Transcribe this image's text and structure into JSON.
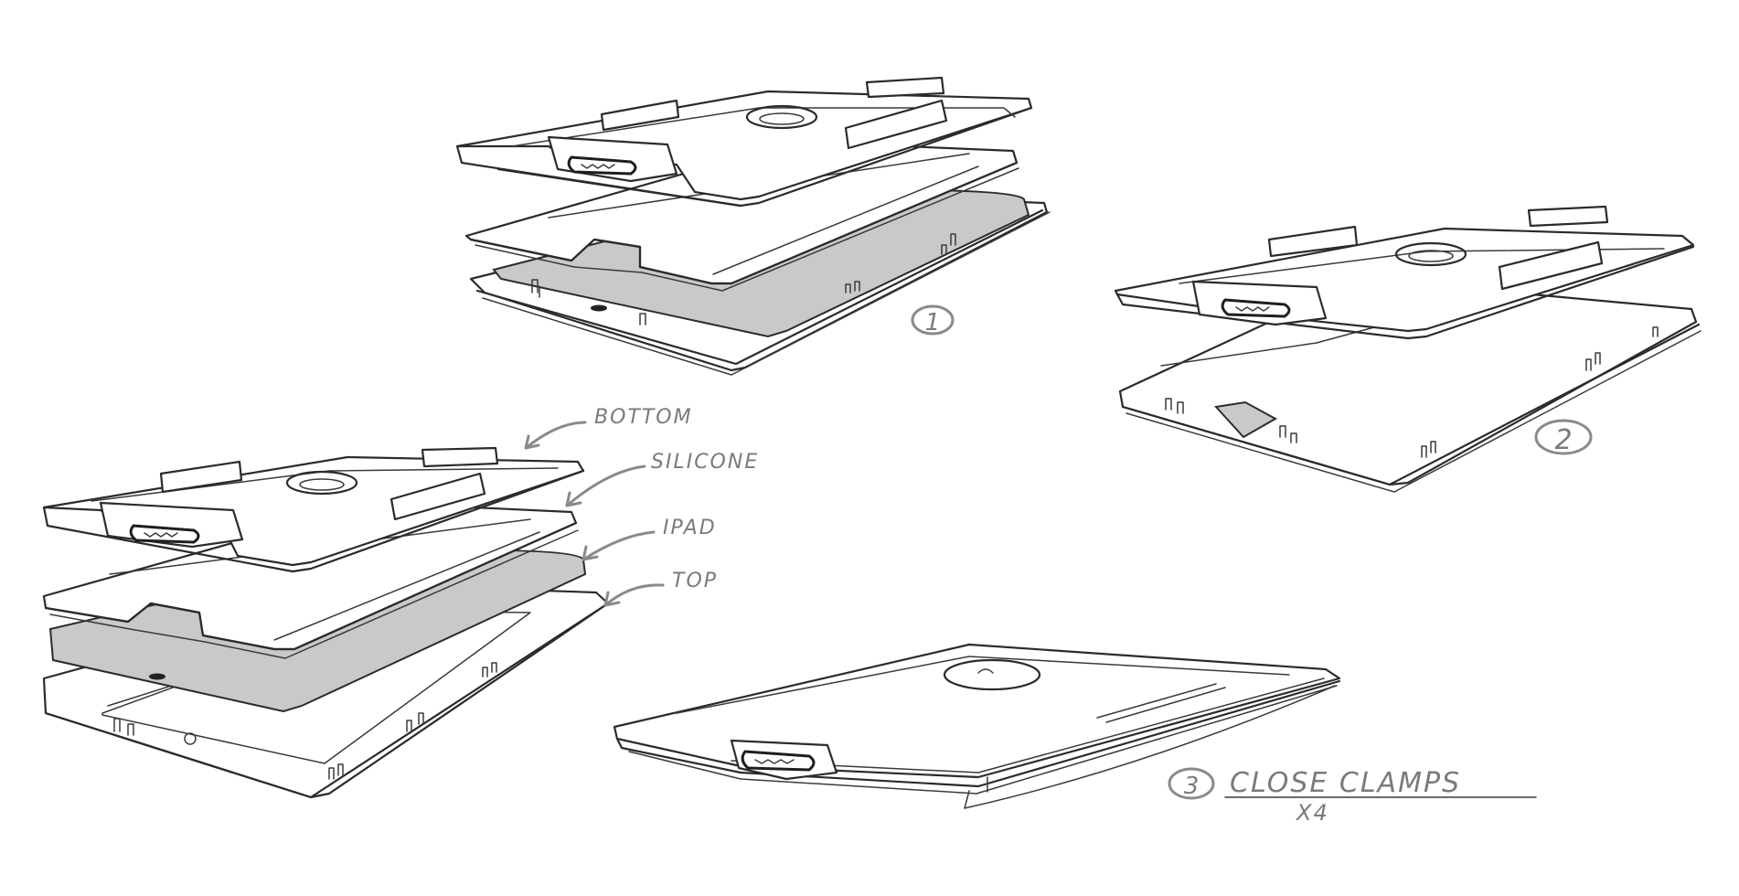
{
  "labels": {
    "bottom": "BOTTOM",
    "silicone": "SILICONE",
    "ipad": "IPAD",
    "top": "TOP"
  },
  "steps": {
    "step1_number": "1",
    "step2_number": "2",
    "step3_number": "3",
    "step3_caption": "CLOSE CLAMPS",
    "step3_note": "X4"
  },
  "colors": {
    "ink": "#2b2b2b",
    "pencil_grey": "#7a7a7a",
    "ipad_fill": "#c9c9c9"
  }
}
